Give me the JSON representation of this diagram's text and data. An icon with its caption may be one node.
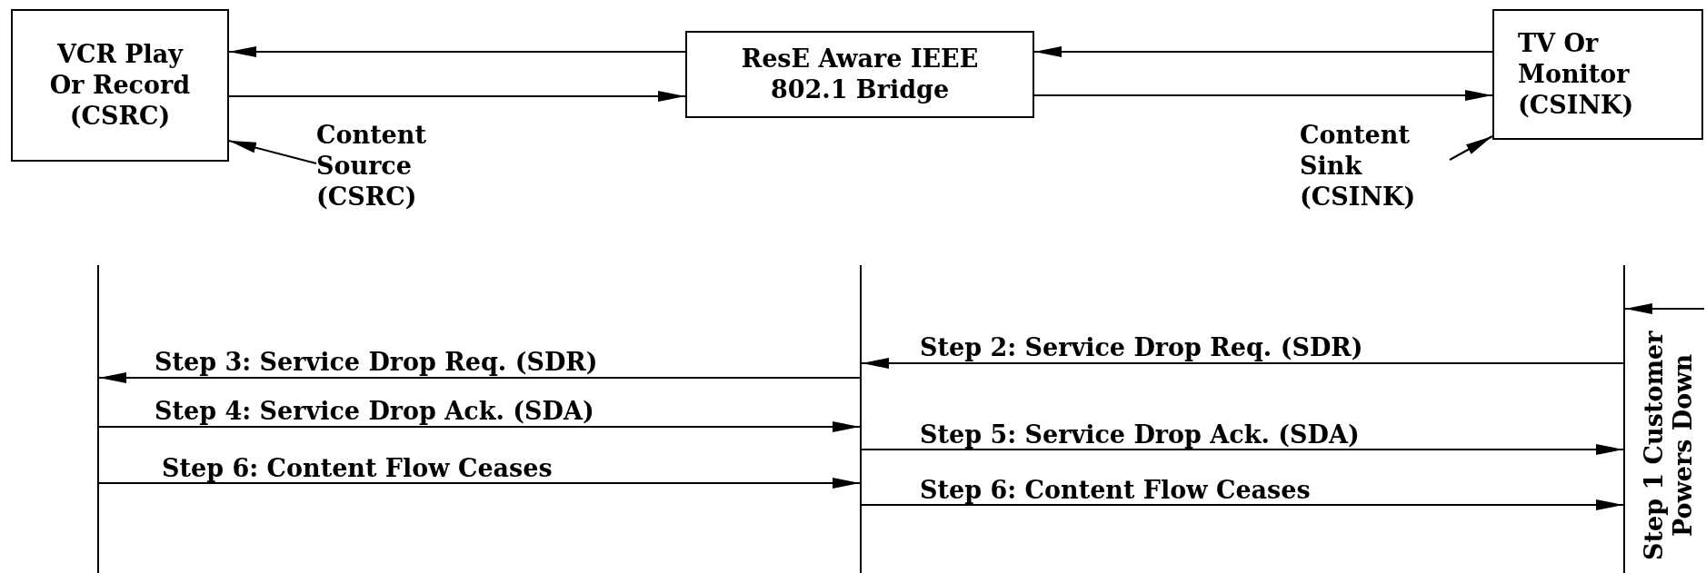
{
  "diagram": {
    "nodes": [
      {
        "text": [
          "VCR Play Or Record (CSRC)"
        ]
      },
      {
        "text": [
          "ResE Aware IEEE 802.1 Bridge"
        ]
      },
      {
        "text": [
          "TV Or Monitor (CSINK)"
        ]
      },
      {
        "text": [
          "Content Source (CSRC)"
        ]
      },
      {
        "text": [
          "Content Sink (CSINK)"
        ]
      },
      {
        "text": [],
        "shape": "line"
      },
      {
        "text": [],
        "shape": "line"
      },
      {
        "text": [],
        "shape": "line"
      }
    ],
    "edges": [
      {
        "from": 1,
        "to": 0,
        "arrow": "to"
      },
      {
        "from": 0,
        "to": 1,
        "arrow": "to"
      },
      {
        "from": 2,
        "to": 1,
        "arrow": "to"
      },
      {
        "from": 1,
        "to": 2,
        "arrow": "to"
      },
      {
        "from": 3,
        "to": 0,
        "arrow": "to"
      },
      {
        "from": 4,
        "to": 2,
        "arrow": "to"
      },
      {
        "from": null,
        "to": 7,
        "arrow": "to",
        "label": "Step 1 Customer Powers Down"
      },
      {
        "from": 7,
        "to": 6,
        "arrow": "to",
        "label": "Step 2: Service Drop Req. (SDR)"
      },
      {
        "from": 6,
        "to": 5,
        "arrow": "to",
        "label": "Step 3: Service Drop Req. (SDR)"
      },
      {
        "from": 5,
        "to": 6,
        "arrow": "to",
        "label": "Step 4: Service Drop Ack. (SDA)"
      },
      {
        "from": 6,
        "to": 7,
        "arrow": "to",
        "label": "Step 5: Service Drop Ack. (SDA)"
      },
      {
        "from": 5,
        "to": 6,
        "arrow": "to",
        "label": "Step 6: Content Flow Ceases"
      },
      {
        "from": 6,
        "to": 7,
        "arrow": "to",
        "label": "Step 6: Content Flow Ceases"
      }
    ]
  }
}
